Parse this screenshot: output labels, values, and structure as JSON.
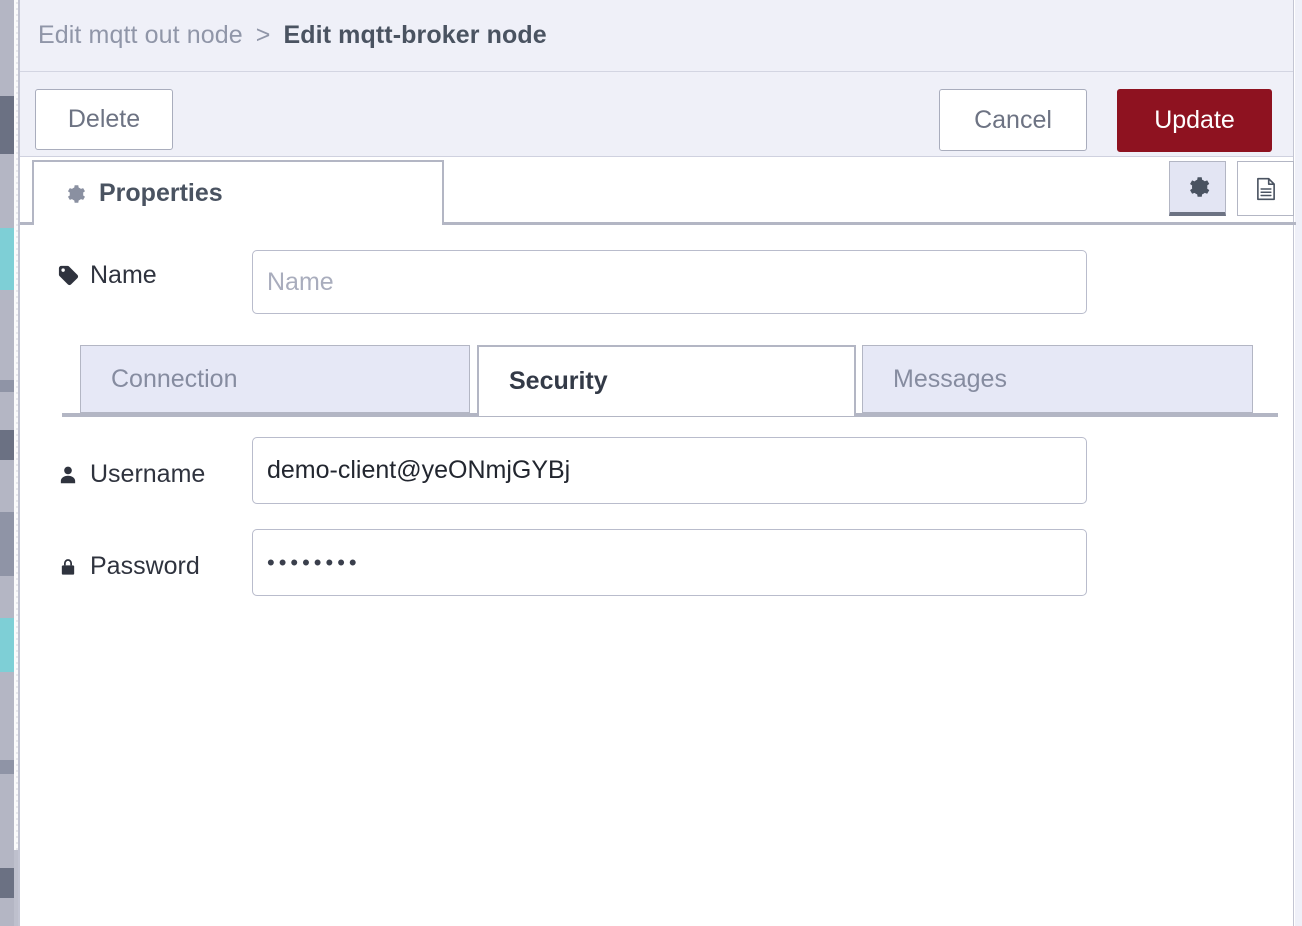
{
  "window": {
    "breadcrumb": {
      "parent": "Edit mqtt out node",
      "separator": ">",
      "current": "Edit mqtt-broker node"
    }
  },
  "toolbar": {
    "delete_label": "Delete",
    "cancel_label": "Cancel",
    "update_label": "Update",
    "update_color": "#8e1220"
  },
  "tabs": {
    "properties": {
      "label": "Properties",
      "icon": "gear-icon",
      "active": true
    },
    "view_buttons": [
      {
        "name": "gear-icon",
        "selected": true
      },
      {
        "name": "document-icon",
        "selected": false
      }
    ]
  },
  "form": {
    "name": {
      "label": "Name",
      "icon": "tag-icon",
      "value": "",
      "placeholder": "Name"
    },
    "subtabs": [
      {
        "label": "Connection",
        "active": false
      },
      {
        "label": "Security",
        "active": true
      },
      {
        "label": "Messages",
        "active": false
      }
    ],
    "username": {
      "label": "Username",
      "icon": "user-icon",
      "value": "demo-client@yeONmjGYBj",
      "placeholder": ""
    },
    "password": {
      "label": "Password",
      "icon": "lock-icon",
      "value": "••••••••",
      "placeholder": "",
      "masked_char_count": 8
    }
  },
  "theme": {
    "header_bg": "#eff0f8",
    "border": "#b3b6c4",
    "text_dark": "#2f333e",
    "text_muted": "#9096a8"
  }
}
